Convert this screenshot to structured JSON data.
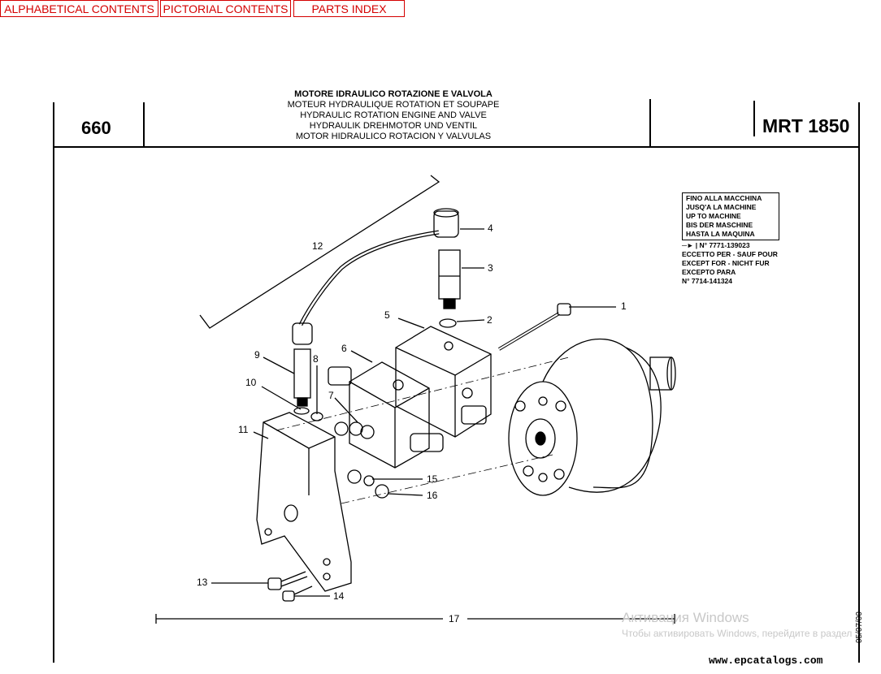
{
  "nav": {
    "alphabetical": "ALPHABETICAL CONTENTS",
    "pictorial": "PICTORIAL CONTENTS",
    "parts_index": "PARTS INDEX"
  },
  "header": {
    "page_number": "660",
    "titles": [
      "MOTORE IDRAULICO ROTAZIONE E VALVOLA",
      "MOTEUR HYDRAULIQUE ROTATION ET SOUPAPE",
      "HYDRAULIC ROTATION ENGINE AND VALVE",
      "HYDRAULIK DREHMOTOR UND VENTIL",
      "MOTOR HIDRAULICO ROTACION Y VALVULAS"
    ],
    "model": "MRT 1850"
  },
  "note": {
    "box_lines": [
      "FINO ALLA MACCHINA",
      "JUSQ'A LA MACHINE",
      "UP TO MACHINE",
      "BIS DER MASCHINE",
      "HASTA LA MAQUINA"
    ],
    "serial": "N° 7771-139023",
    "except_lines": [
      "ECCETTO PER - SAUF POUR",
      "EXCEPT FOR - NICHT FUR",
      "EXCEPTO PARA",
      "N° 7714-141324"
    ]
  },
  "callouts": [
    "1",
    "2",
    "3",
    "4",
    "5",
    "6",
    "7",
    "8",
    "9",
    "10",
    "11",
    "12",
    "13",
    "14",
    "15",
    "16",
    "17"
  ],
  "date": "05/07/00",
  "watermark": {
    "line1": "Активация Windows",
    "line2": "Чтобы активировать Windows, перейдите в раздел"
  },
  "site": "www.epcatalogs.com"
}
